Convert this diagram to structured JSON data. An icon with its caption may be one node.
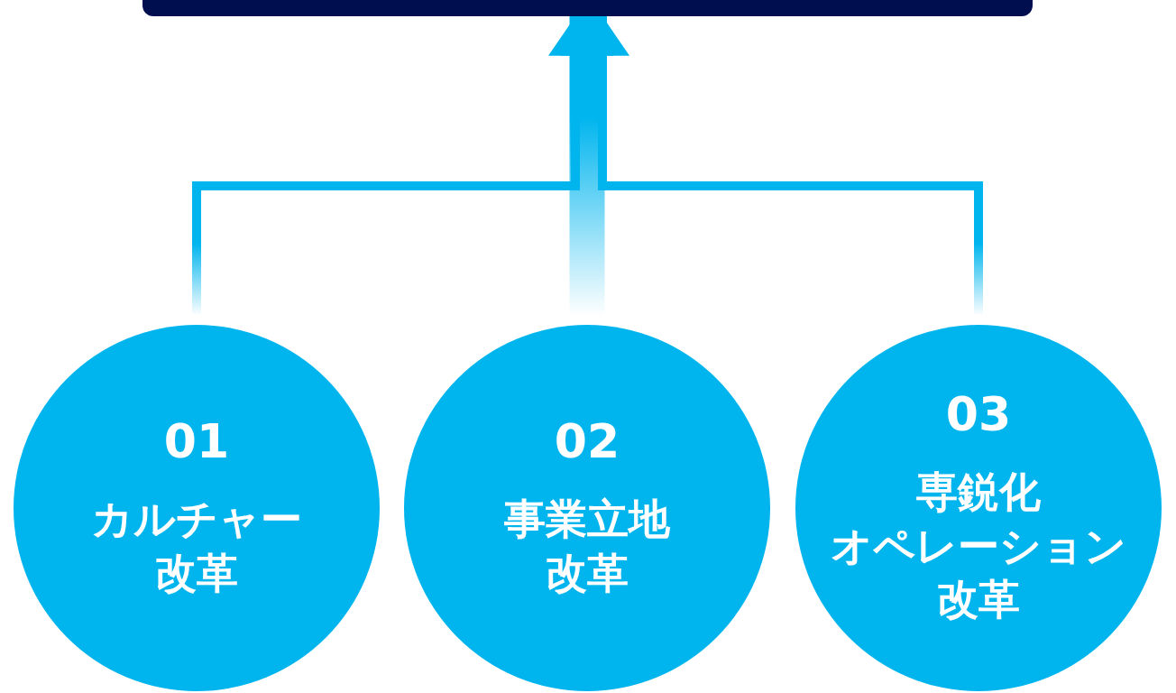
{
  "diagram": {
    "nodes": [
      {
        "text": [],
        "shape": "bar"
      },
      {
        "text": [
          "01",
          "カルチャー改革"
        ]
      },
      {
        "text": [
          "02",
          "事業立地改革"
        ]
      },
      {
        "text": [
          "03",
          "専鋭化オペレーション改革"
        ]
      }
    ],
    "edges": [
      {
        "from": 1,
        "to": 0,
        "arrow": "to"
      },
      {
        "from": 2,
        "to": 0,
        "arrow": "to"
      },
      {
        "from": 3,
        "to": 0,
        "arrow": "to"
      }
    ]
  }
}
